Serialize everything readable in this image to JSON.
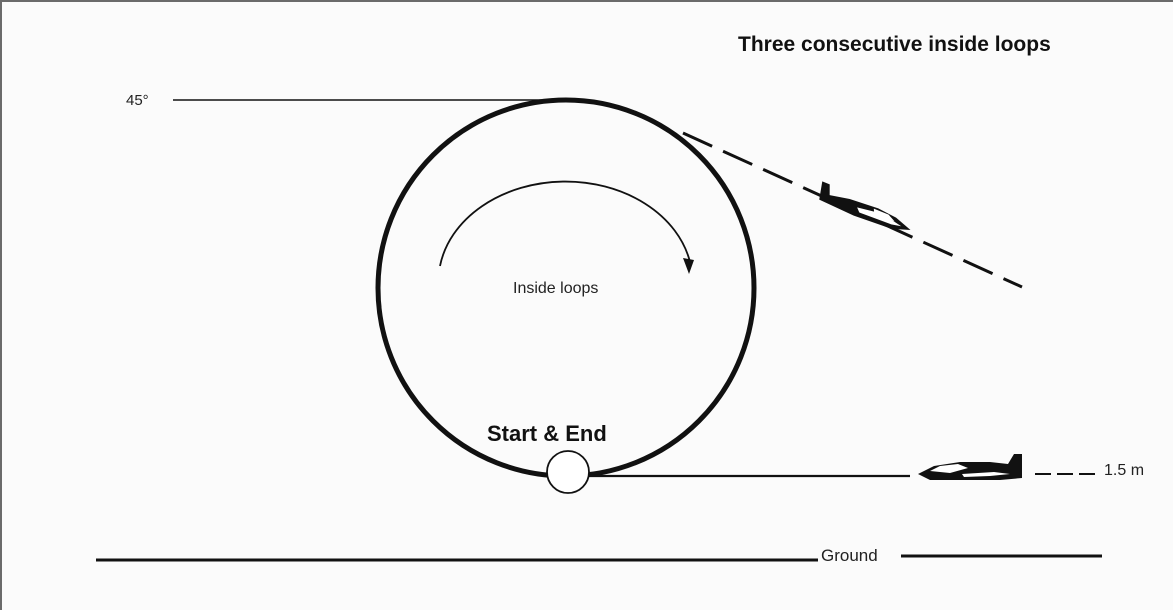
{
  "title": "Three consecutive inside loops",
  "labels": {
    "angle": "45°",
    "loop_direction": "Inside loops",
    "start_end": "Start & End",
    "height": "1.5 m",
    "ground": "Ground"
  },
  "colors": {
    "ink": "#111111",
    "background": "#fbfbfb",
    "frame": "#6b6b6b"
  },
  "icons": {
    "aircraft_top": "aircraft-silhouette-icon",
    "aircraft_bottom": "aircraft-silhouette-icon",
    "direction_arrow": "curved-arrow-icon"
  }
}
